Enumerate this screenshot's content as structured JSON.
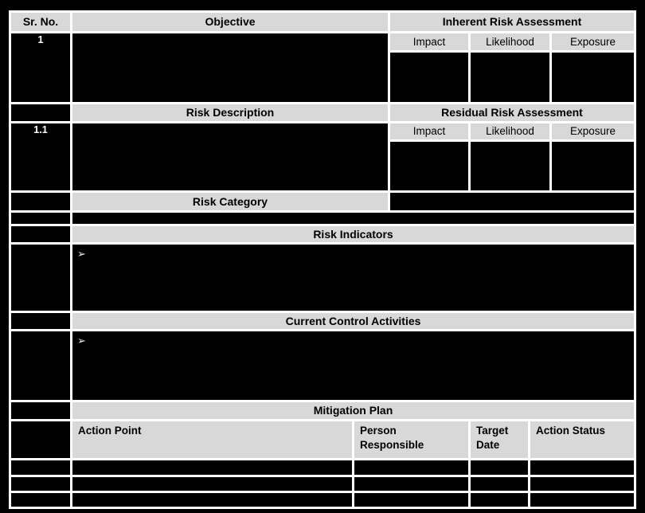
{
  "headers": {
    "sr_no": "Sr. No.",
    "objective": "Objective",
    "inherent_risk": "Inherent Risk Assessment",
    "impact": "Impact",
    "likelihood": "Likelihood",
    "exposure": "Exposure",
    "risk_description": "Risk Description",
    "residual_risk": "Residual Risk Assessment",
    "risk_category": "Risk Category",
    "risk_indicators": "Risk Indicators",
    "current_control_activities": "Current Control Activities",
    "mitigation_plan": "Mitigation Plan",
    "action_point": "Action Point",
    "person_responsible": "Person Responsible",
    "target_date": "Target Date",
    "action_status": "Action Status"
  },
  "cells": {
    "sr_1": "1",
    "sr_1_1": "1.1",
    "risk_indicator_bullet": "➢",
    "control_activity_bullet": "➢"
  },
  "colors": {
    "page_background": "#000000",
    "header_cell_bg": "#d8d8d8",
    "redacted_cell": "#000000",
    "gridline": "#ffffff",
    "header_text": "#000000",
    "serial_number_text": "#ffffff"
  }
}
